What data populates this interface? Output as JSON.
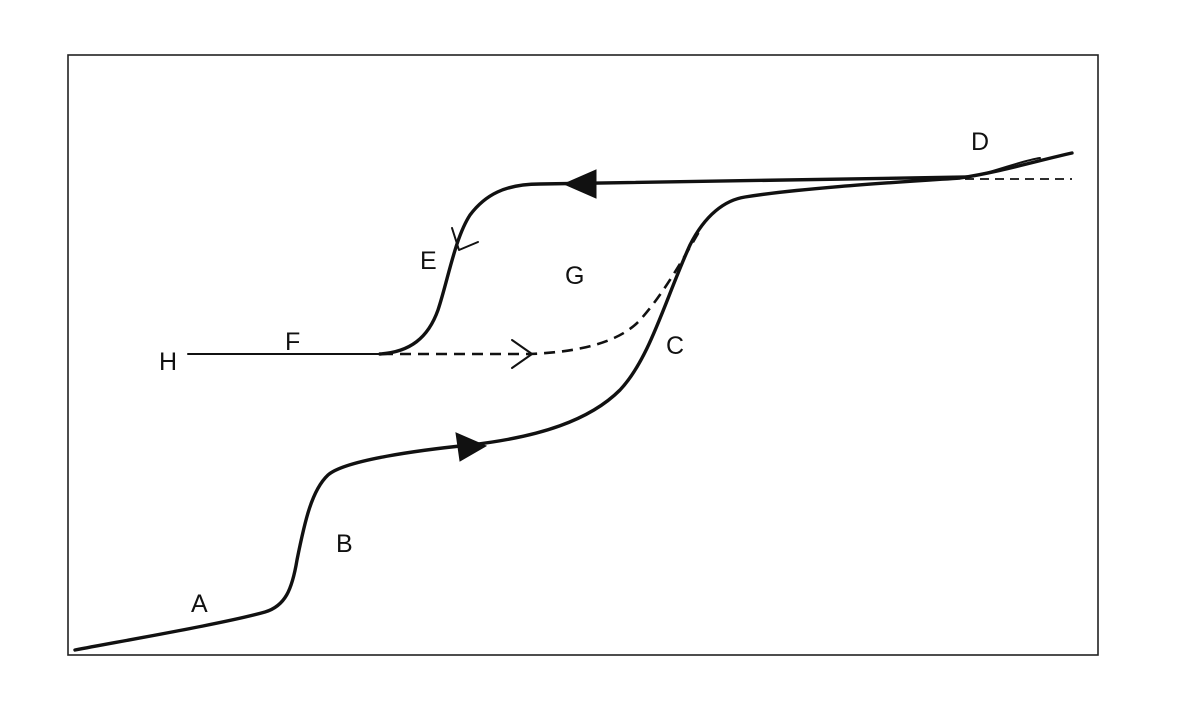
{
  "labels": {
    "A": "A",
    "B": "B",
    "C": "C",
    "D": "D",
    "E": "E",
    "F": "F",
    "G": "G",
    "H": "H"
  },
  "colors": {
    "line": "#111111",
    "background": "#ffffff",
    "frame": "#222222"
  }
}
